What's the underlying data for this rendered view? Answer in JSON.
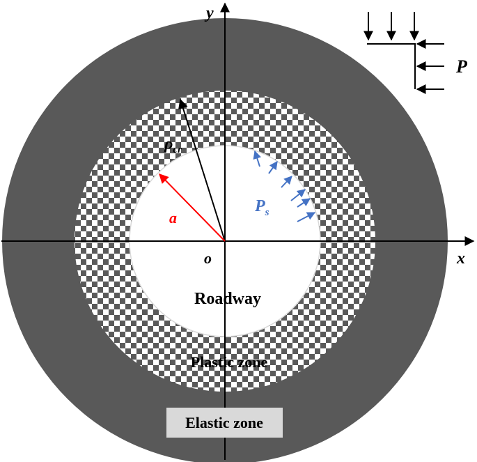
{
  "axes": {
    "x_label": "x",
    "y_label": "y",
    "origin_label": "o"
  },
  "labels": {
    "radius_a": "a",
    "radius_rho_base": "ρ",
    "radius_rho_sub": "cr",
    "support_pressure_base": "P",
    "support_pressure_sub": "s",
    "far_field_pressure": "P",
    "roadway": "Roadway",
    "plastic_zone": "Plastic zone",
    "elastic_zone": "Elastic zone"
  },
  "colors": {
    "elastic_ring": "#595959",
    "plastic_pattern": "#5a5a5a",
    "radius_a": "#ff0000",
    "support_pressure": "#4472c4",
    "text": "#000000",
    "elastic_label_bg": "#d9d9d9"
  }
}
